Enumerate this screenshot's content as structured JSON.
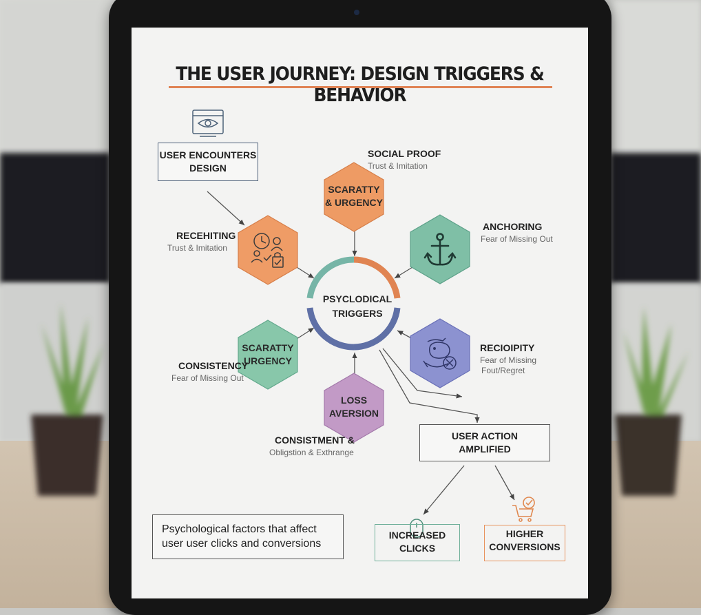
{
  "title": "THE USER JOURNEY: DESIGN TRIGGERS & BEHAVIOR",
  "start_box": {
    "line1": "USER ENCOUNTERS",
    "line2": "DESIGN"
  },
  "center": {
    "line1": "PSYCLODICAL",
    "line2": "TRIGGERS"
  },
  "hexagons": {
    "top": {
      "line1": "SCARATTY",
      "line2": "& URGENCY",
      "color": "#ee9b64"
    },
    "upper_right": {
      "color": "#7fbfa6"
    },
    "upper_left": {
      "color": "#ef9c66"
    },
    "lower_left": {
      "line1": "SCARATTY",
      "line2": "URGENCY",
      "color": "#88c7aa"
    },
    "lower_right": {
      "color": "#8c92d0"
    },
    "bottom": {
      "line1": "LOSS",
      "line2": "AVERSION",
      "color": "#c29ac6"
    }
  },
  "labels": {
    "social_proof": {
      "title": "SOCIAL PROOF",
      "sub": "Trust & Imitation"
    },
    "anchoring": {
      "title": "ANCHORING",
      "sub": "Fear of Missing Out"
    },
    "recehiting": {
      "title": "RECEHITING",
      "sub": "Trust & Imitation"
    },
    "reciprocity": {
      "title": "RECIOIPITY",
      "sub1": "Fear of Missing",
      "sub2": "Fout/Regret"
    },
    "consistency": {
      "title": "CONSISTENCY",
      "sub": "Fear of Missing Out"
    },
    "consistment": {
      "title": "CONSISTMENT &",
      "sub": "Obligstion & Exthrange"
    }
  },
  "action_box": {
    "line1": "USER ACTION",
    "line2": "AMPLIFIED"
  },
  "outcomes": {
    "clicks": {
      "label": "INCREASED CLICKS",
      "icon": "mouse-icon",
      "color": "#6fb09a"
    },
    "conversions": {
      "line1": "HIGHER",
      "line2": "CONVERSIONS",
      "icon": "cart-check-icon",
      "color": "#e8935d"
    }
  },
  "note": {
    "line1": "Psychological factors that affect",
    "line2": "user user clicks and conversions"
  },
  "icons": [
    "monitor-eye-icon",
    "clock-people-icon",
    "anchor-icon",
    "piggy-bank-hand-icon"
  ],
  "ring_colors": {
    "orange": "#e08452",
    "teal": "#76b5a7",
    "blue": "#5f70a6"
  }
}
